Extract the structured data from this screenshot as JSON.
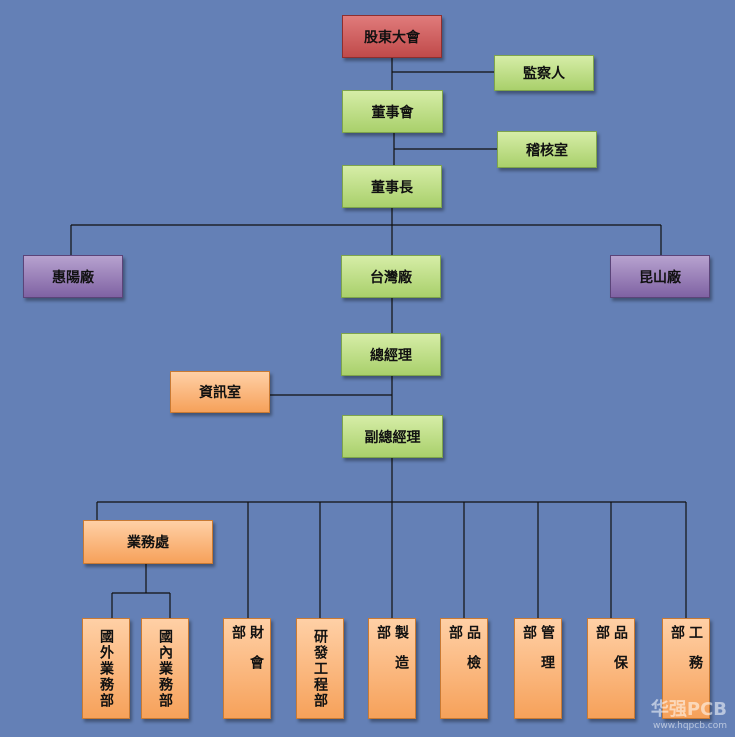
{
  "nodes": {
    "shareholders": "股東大會",
    "supervisor": "監察人",
    "board": "董事會",
    "audit": "稽核室",
    "chairman": "董事長",
    "huiyang": "惠陽廠",
    "taiwan": "台灣廠",
    "kunshan": "昆山廠",
    "gm": "總經理",
    "it": "資訊室",
    "vgm": "副總經理",
    "business": "業務處",
    "foreign_sales": "國外業務部",
    "domestic_sales": "國內業務部",
    "finance": "財會部",
    "rd": "研發工程部",
    "manufacturing": "製造部",
    "qc": "品檢部",
    "management": "管理部",
    "qa": "品保部",
    "engineering": "工務部"
  },
  "watermark": {
    "brand": "华强PCB",
    "url": "www.hqpcb.com"
  }
}
